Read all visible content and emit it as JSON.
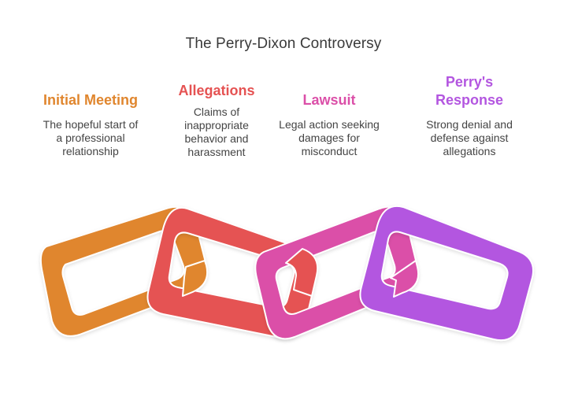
{
  "title": "The Perry-Dixon Controversy",
  "stages": [
    {
      "title": "Initial Meeting",
      "description": "The hopeful start of\na professional\nrelationship",
      "color": "#e0862e"
    },
    {
      "title": "Allegations",
      "description": "Claims of\ninappropriate\nbehavior and\nharassment",
      "color": "#e55252"
    },
    {
      "title": "Lawsuit",
      "description": "Legal action seeking\ndamages for\nmisconduct",
      "color": "#db4fa8"
    },
    {
      "title": "Perry's\nResponse",
      "description": "Strong denial and\ndefense against\nallegations",
      "color": "#b356e0"
    }
  ]
}
